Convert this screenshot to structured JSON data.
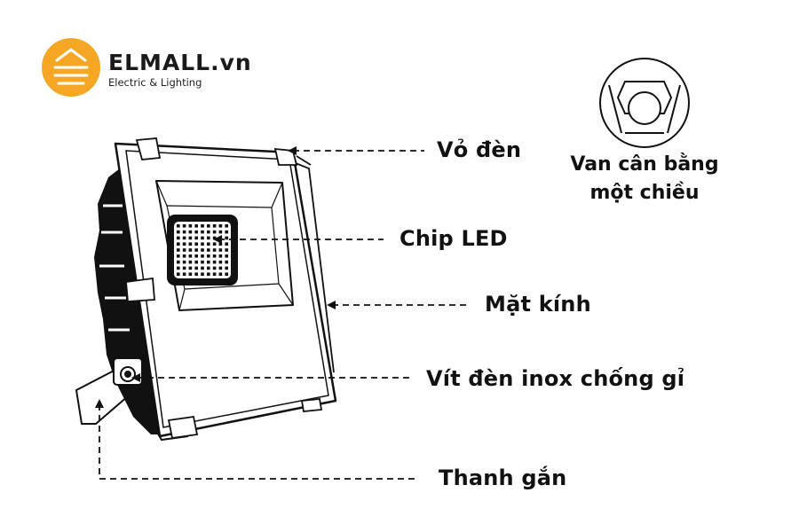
{
  "brand": {
    "name": "ELMALL.vn",
    "tagline": "Electric & Lighting",
    "logo_color": "#f5a623"
  },
  "labels": {
    "housing": "Vỏ đèn",
    "chip": "Chip LED",
    "glass": "Mặt kính",
    "screw": "Vít đèn inox chống gỉ",
    "bracket": "Thanh gắn"
  },
  "valve": {
    "line1": "Van cân bằng",
    "line2": "một chiều"
  },
  "colors": {
    "line": "#111111",
    "accent": "#f5a623"
  }
}
